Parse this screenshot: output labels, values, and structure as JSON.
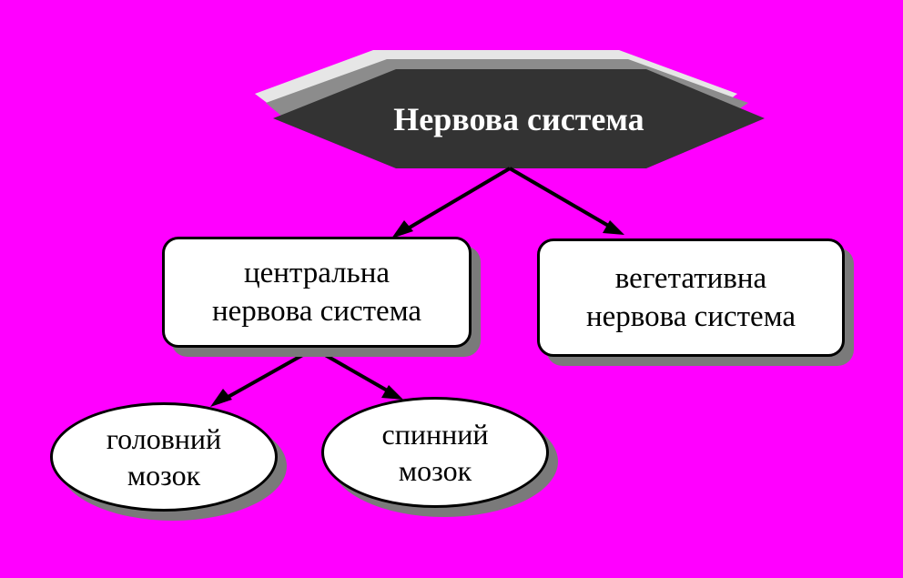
{
  "diagram": {
    "root": {
      "label": "Нервова система"
    },
    "central": {
      "line1": "центральна",
      "line2": "нервова система"
    },
    "autonomic": {
      "line1": "вегетативна",
      "line2": "нервова система"
    },
    "brain": {
      "line1": "головний",
      "line2": "мозок"
    },
    "spinal": {
      "line1": "спинний",
      "line2": "мозок"
    }
  },
  "colors": {
    "background": "#ff00ff",
    "root_fill": "#333333",
    "node_fill": "#ffffff",
    "shadow": "#7a7a7a",
    "stroke": "#000000"
  }
}
